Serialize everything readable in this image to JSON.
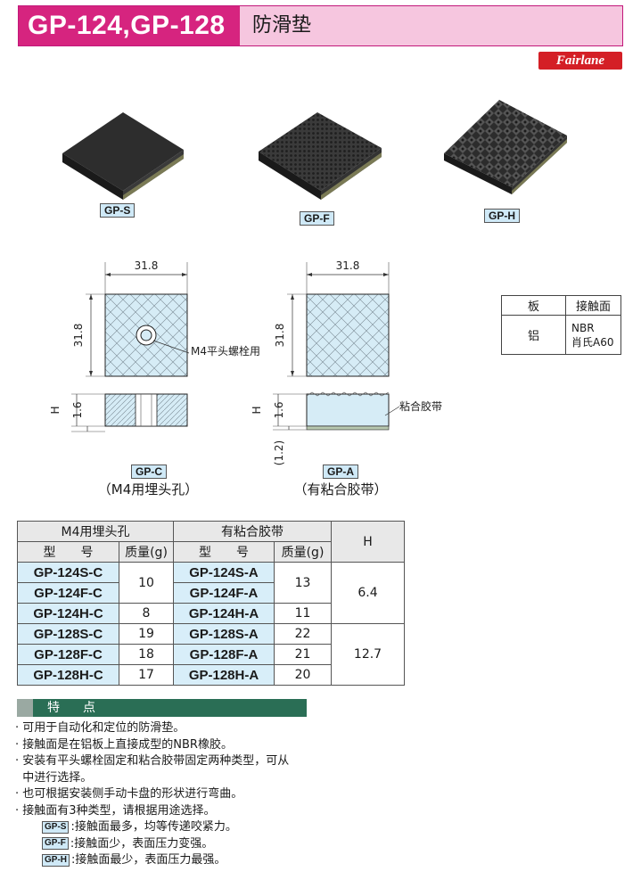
{
  "header": {
    "model": "GP-124,GP-128",
    "title": "防滑垫"
  },
  "brand": "Fairlane",
  "products": [
    {
      "tag": "GP-S"
    },
    {
      "tag": "GP-F"
    },
    {
      "tag": "GP-H"
    }
  ],
  "drawings": {
    "width": "31.8",
    "height": "31.8",
    "h_label": "H",
    "thick": "1.6",
    "tape_thick": "(1.2)",
    "bolt_callout": "M4平头螺栓用",
    "tape_callout": "粘合胶带",
    "left_tag": "GP-C",
    "left_caption": "（M4用埋头孔）",
    "right_tag": "GP-A",
    "right_caption": "（有粘合胶带）"
  },
  "material_table": {
    "headers": [
      "板",
      "接触面"
    ],
    "plate": "铝",
    "contact_line1": "NBR",
    "contact_line2": "肖氏A60"
  },
  "main_table": {
    "group1": "M4用埋头孔",
    "group2": "有粘合胶带",
    "h_col": "H",
    "model_col": "型　　号",
    "mass_col": "质量(g)",
    "rows": [
      {
        "c": "GP-124S-C",
        "a": "GP-124S-A"
      },
      {
        "c": "GP-124F-C",
        "a": "GP-124F-A"
      },
      {
        "c": "GP-124H-C",
        "a": "GP-124H-A"
      },
      {
        "c": "GP-128S-C",
        "a": "GP-128S-A"
      },
      {
        "c": "GP-128F-C",
        "a": "GP-128F-A"
      },
      {
        "c": "GP-128H-C",
        "a": "GP-128H-A"
      }
    ],
    "mass_c": [
      "10",
      "8",
      "19",
      "18",
      "17"
    ],
    "mass_a": [
      "13",
      "11",
      "22",
      "21",
      "20"
    ],
    "h_values": [
      "6.4",
      "12.7"
    ]
  },
  "features": {
    "title": "特点",
    "items": [
      "· 可用于自动化和定位的防滑垫。",
      "· 接触面是在铝板上直接成型的NBR橡胶。",
      "· 安装有平头螺栓固定和粘合胶带固定两种类型，可从",
      "  中进行选择。",
      "· 也可根据安装侧手动卡盘的形状进行弯曲。",
      "· 接触面有3种类型，请根据用途选择。"
    ],
    "subs": [
      {
        "tag": "GP-S",
        "text": ":接触面最多，均等传递咬紧力。"
      },
      {
        "tag": "GP-F",
        "text": ":接触面少，表面压力变强。"
      },
      {
        "tag": "GP-H",
        "text": ":接触面最少，表面压力最强。"
      }
    ]
  },
  "colors": {
    "magenta": "#d6247f",
    "pink": "#f6c6df",
    "green": "#2a6e55",
    "lightblue": "#d8eef9",
    "red": "#d41f26"
  }
}
